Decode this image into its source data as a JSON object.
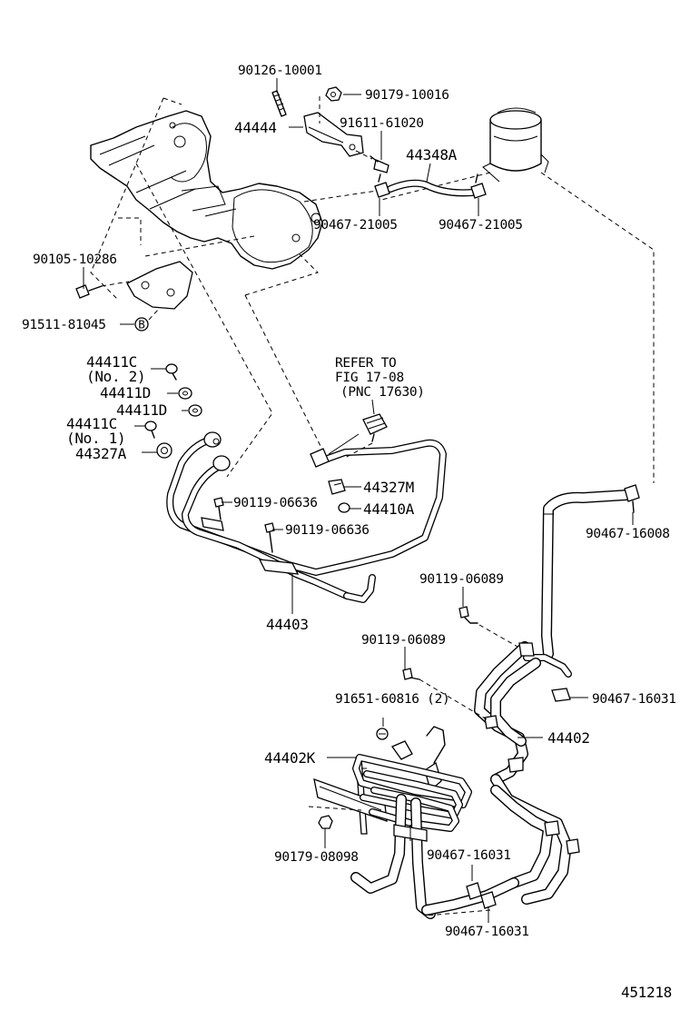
{
  "diagram": {
    "part_labels": {
      "p90126_10001": "90126-10001",
      "p90179_10016": "90179-10016",
      "p44444": "44444",
      "p91611_61020": "91611-61020",
      "p44348A": "44348A",
      "p90467_21005_left": "90467-21005",
      "p90467_21005_right": "90467-21005",
      "p90105_10286": "90105-10286",
      "p91511_81045": "91511-81045",
      "p44411C_no2": "44411C",
      "p44411C_no2_sub": "(No. 2)",
      "p44411D_1": "44411D",
      "p44411D_2": "44411D",
      "p44411C_no1": "44411C",
      "p44411C_no1_sub": "(No. 1)",
      "p44327A": "44327A",
      "refer_line1": "REFER TO",
      "refer_line2": "FIG 17-08",
      "refer_line3": "(PNC 17630)",
      "p44327M": "44327M",
      "p44410A": "44410A",
      "p90119_06636_1": "90119-06636",
      "p90119_06636_2": "90119-06636",
      "p44403": "44403",
      "p90467_16008": "90467-16008",
      "p90119_06089_1": "90119-06089",
      "p90119_06089_2": "90119-06089",
      "p90467_16031_1": "90467-16031",
      "p91651_60816": "91651-60816 (2)",
      "p44402": "44402",
      "p44402K": "44402K",
      "p90179_08098": "90179-08098",
      "p90467_16031_2": "90467-16031",
      "p90467_16031_3": "90467-16031"
    },
    "ref_marker": "B",
    "figure_number": "451218"
  }
}
